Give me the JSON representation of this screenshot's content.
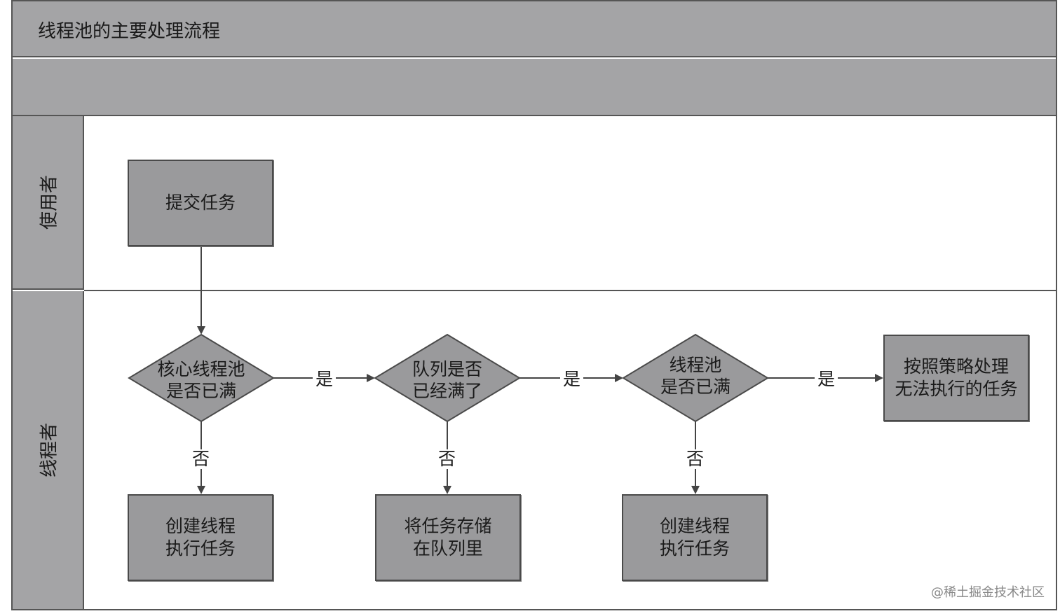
{
  "title": "线程池的主要处理流程",
  "lanes": {
    "user": "使用者",
    "thread": "线程者"
  },
  "nodes": {
    "submit": "提交任务",
    "core_full": "核心线程池\n是否已满",
    "queue_full": "队列是否\n已经满了",
    "pool_full": "线程池\n是否已满",
    "policy": "按照策略处理\n无法执行的任务",
    "create_core": "创建线程\n执行任务",
    "enqueue": "将任务存储\n在队列里",
    "create_thread": "创建线程\n执行任务"
  },
  "edge_labels": {
    "yes1": "是",
    "yes2": "是",
    "yes3": "是",
    "no1": "否",
    "no2": "否",
    "no3": "否"
  },
  "watermark": "@稀土掘金技术社区",
  "colors": {
    "header_fill": "#a4a4a6",
    "node_fill": "#9a9a9c",
    "border": "#4a4a4a"
  }
}
